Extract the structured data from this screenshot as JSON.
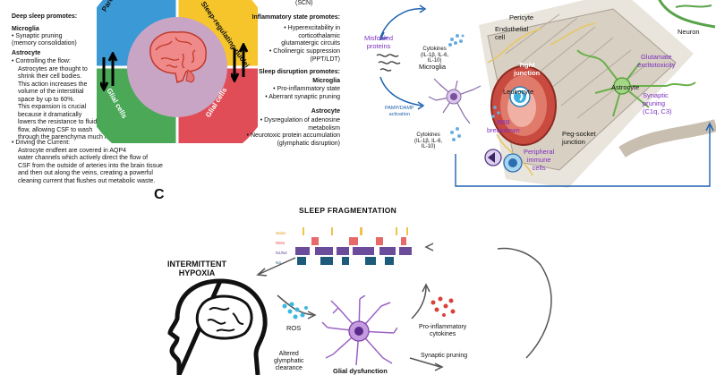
{
  "panel_a": {
    "left": {
      "deep_sleep_title": "Deep sleep promotes:",
      "microglia_title": "Microglia",
      "microglia_bullet": "Synaptic pruning",
      "microglia_bullet_sub": "(memory consolidation)",
      "astrocyte_title": "Astrocyte",
      "controlling_lines": [
        "Controlling the flow:",
        "Astrocytes are thought to",
        "shrink their cell bodies.",
        "This action increases the",
        "volume of the interstitial",
        "space by up to 60%."
      ],
      "expansion_lines": [
        "This expansion is crucial",
        "because it dramatically",
        "lowers the resistance to fluid",
        "flow, allowing CSF to wash",
        "through the parenchyma much more easily."
      ],
      "driving_lines": [
        "Driving the Current:",
        "Astrocyte endfeet are covered in AQP4",
        "water channels which actively direct the flow of",
        "CSF from the outside of arteries into the brain tissue",
        "and then out along the veins, creating a powerful",
        "cleaning current that flushes out metabolic waste."
      ]
    },
    "wheel": {
      "q1": "Parenchyma",
      "q2": "Sleep-regulating nuclei",
      "q3": "Glial cells",
      "q4": "Glial cells",
      "colors": {
        "tl": "#3b9ad6",
        "tr": "#f5c52b",
        "bl": "#4aa857",
        "br": "#e04d57"
      }
    },
    "right": {
      "scn": "(SCN)",
      "inflam_title": "Inflammatory state promotes:",
      "inflam_b1": [
        "Hyperexcitability in",
        "corticothalamic",
        "glutamatergic circuits"
      ],
      "inflam_b2": [
        "Cholinergic suppression",
        "(PPT/LDT)"
      ],
      "disrupt_title": "Sleep disruption promotes:",
      "microglia_title": "Microglia",
      "micro_b1": "Pro-inflammatory state",
      "micro_b2": "Aberrant synaptic pruning",
      "astro_title": "Astrocyte",
      "astro_b1": [
        "Dysregulation of adenosine",
        "metabolism"
      ],
      "astro_b2": [
        "Neurotoxic protein accumulation",
        "(glymphatic disruption)"
      ]
    }
  },
  "panel_b": {
    "misfolded": [
      "Misfolded",
      "proteins"
    ],
    "cytokines_top": [
      "Cytokines",
      "(IL-1β, IL-6,",
      "IL-10)"
    ],
    "microglia": "Microglia",
    "pamp": [
      "PAMP/DAMP",
      "activation"
    ],
    "cytokines_bottom": [
      "Cytokines",
      "(IL-1β, IL-6,",
      "IL-10)"
    ],
    "pericyte": "Pericyte",
    "endothelial": [
      "Endothelial",
      "cell"
    ],
    "tight": [
      "Tight",
      "junction"
    ],
    "leukocyte": "Leukocyte",
    "bbb": [
      "BBB",
      "breakdown"
    ],
    "peripheral": [
      "Peripheral",
      "immune",
      "cells"
    ],
    "peg": [
      "Peg-socket",
      "junction"
    ],
    "astrocyte": "Astrocyte",
    "neuron": "Neuron",
    "glutamate": [
      "Glutamate",
      "excitotoxicity"
    ],
    "synaptic": [
      "Synaptic",
      "pruning",
      "(C1q, C3)"
    ]
  },
  "panel_c": {
    "label": "C",
    "title": "SLEEP FRAGMENTATION",
    "hypnogram_labels": [
      "Wake",
      "REM",
      "N1/N2",
      "N3"
    ],
    "hypoxia": [
      "INTERMITTENT",
      "HYPOXIA"
    ],
    "ros": "ROS",
    "glymph": [
      "Altered",
      "glymphatic",
      "clearance"
    ],
    "glial": "Glial dysfunction",
    "proinflam": [
      "Pro-inflammatory",
      "cytokines"
    ],
    "synaptic": "Synaptic pruning"
  }
}
